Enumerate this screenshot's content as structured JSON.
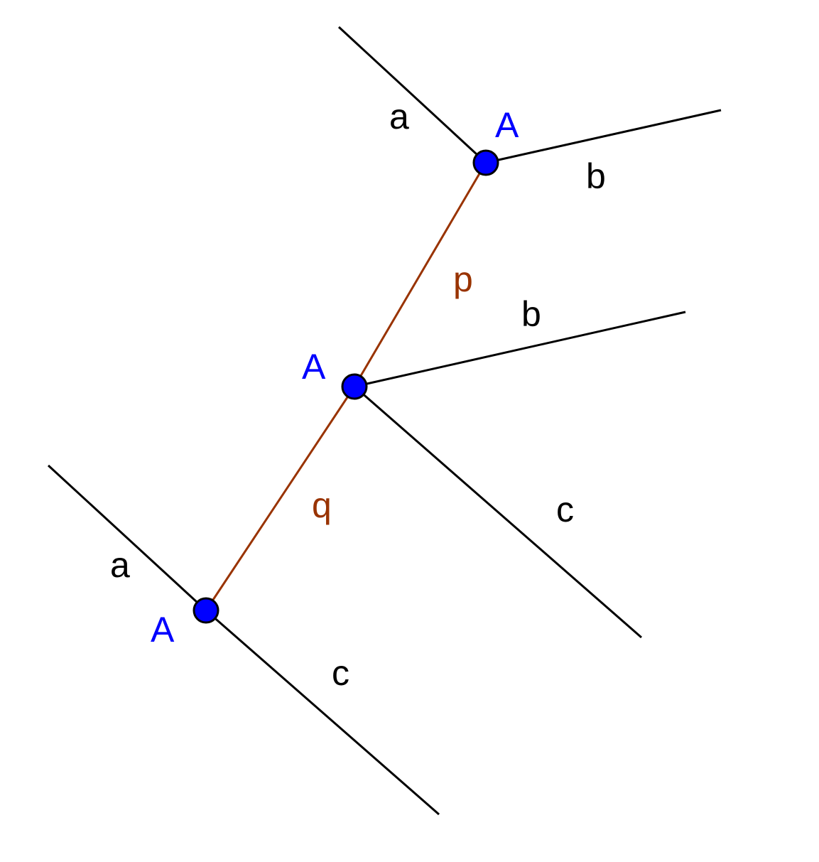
{
  "colors": {
    "background": "#ffffff",
    "line": "#000000",
    "segment": "#993300",
    "point_fill": "#0000ff",
    "point_stroke": "#000000",
    "point_label": "#0000ff",
    "line_label": "#000000",
    "segment_label": "#993300"
  },
  "points": {
    "top": {
      "label": "A"
    },
    "middle": {
      "label": "A"
    },
    "bottom": {
      "label": "A"
    }
  },
  "segments": {
    "upper": {
      "label": "p"
    },
    "lower": {
      "label": "q"
    }
  },
  "lines": {
    "top_a": {
      "label": "a"
    },
    "top_b": {
      "label": "b"
    },
    "middle_b": {
      "label": "b"
    },
    "middle_c": {
      "label": "c"
    },
    "bottom_a": {
      "label": "a"
    },
    "bottom_c": {
      "label": "c"
    }
  }
}
